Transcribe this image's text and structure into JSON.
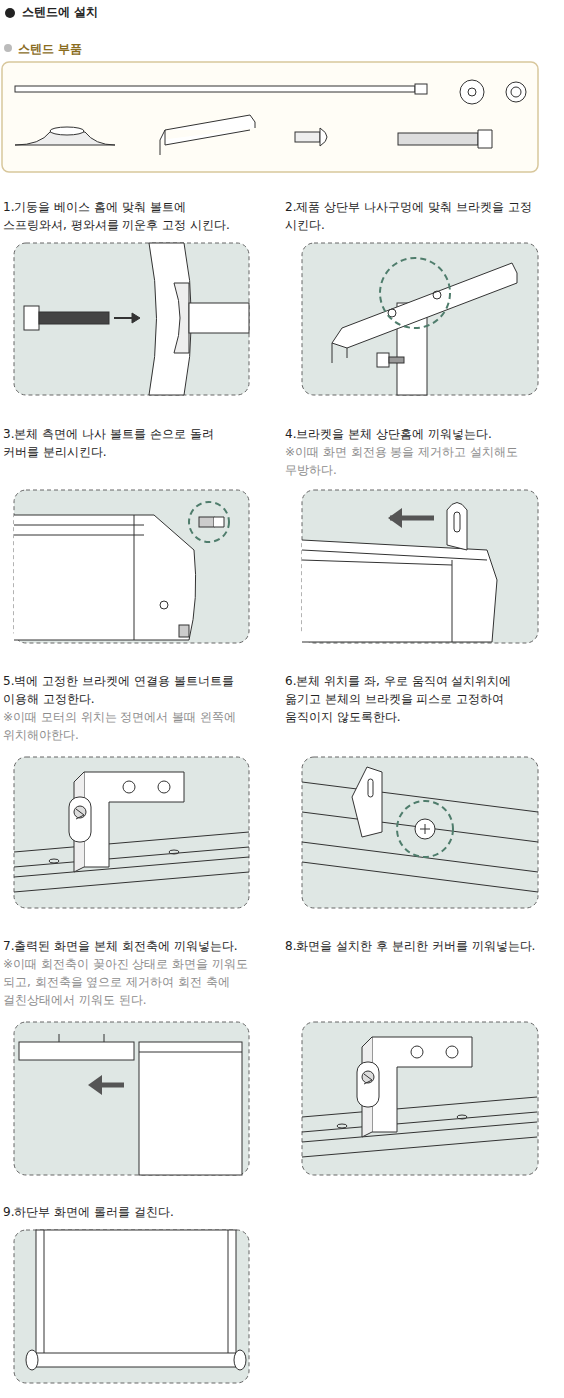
{
  "diagram": {
    "title": "스텐드에 설치",
    "nodes": [
      {
        "text": [
          "스텐드 부품"
        ]
      },
      {
        "text": [
          "1.기둥을 베이스 홈에 맞춰 볼트에 스프링와셔, 평와셔를 끼운후 고정 시킨다."
        ]
      },
      {
        "text": [
          "2.제품 상단부 나사구멍에 맞춰 브라켓을 고정 시킨다."
        ]
      },
      {
        "text": [
          "3.본체 측면에 나사 볼트를 손으로 돌려 커버를 분리시킨다."
        ]
      },
      {
        "text": [
          "4.브라켓을 본체 상단홈에 끼워넣는다.",
          "※이때 화면 회전용 봉을 제거하고 설치해도 무방하다."
        ]
      },
      {
        "text": [
          "5.벽에 고정한 브라켓에 연결용 볼트너트를 이용해 고정한다.",
          "※이때 모터의 위치는 정면에서 볼때 왼쪽에 위치해야한다."
        ]
      },
      {
        "text": [
          "6.본체 위치를 좌, 우로 움직여 설치위치에 옮기고 본체의 브라켓을 피스로 고정하여 움직이지 않도록한다."
        ]
      },
      {
        "text": [
          "7.출력된 화면을 본체 회전축에 끼워넣는다.",
          "※이때 회전축이 꽂아진 상태로 화면을 끼워도 되고, 회전축을 옆으로 제거하여 회전 축에 걸친상태에서 끼워도 된다."
        ]
      },
      {
        "text": [
          "8.화면을 설치한 후 분리한 커버를 끼워넣는다."
        ]
      },
      {
        "text": [
          "9.하단부 화면에 롤러를 걸친다."
        ]
      }
    ]
  }
}
